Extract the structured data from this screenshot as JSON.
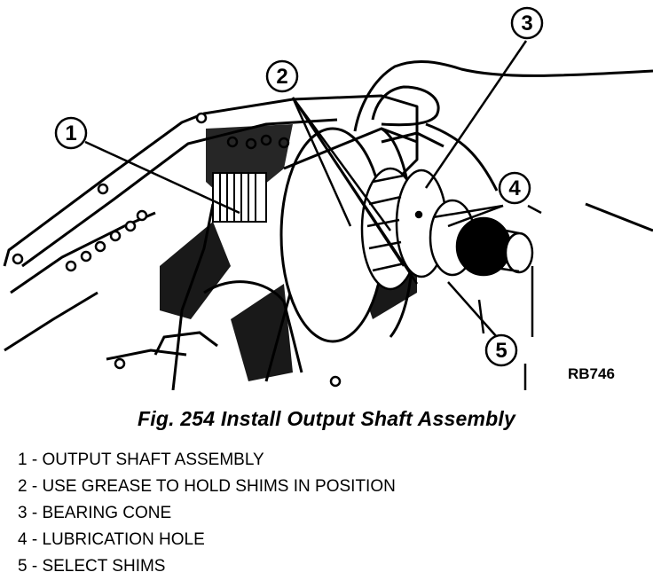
{
  "figure": {
    "image_code": "RB746",
    "callouts": [
      {
        "number": "1"
      },
      {
        "number": "2"
      },
      {
        "number": "3"
      },
      {
        "number": "4"
      },
      {
        "number": "5"
      }
    ]
  },
  "caption": "Fig. 254 Install Output Shaft Assembly",
  "legend": [
    {
      "text": "1 - OUTPUT SHAFT ASSEMBLY"
    },
    {
      "text": "2 - USE GREASE TO HOLD SHIMS IN POSITION"
    },
    {
      "text": "3 - BEARING CONE"
    },
    {
      "text": "4 - LUBRICATION HOLE"
    },
    {
      "text": "5 - SELECT SHIMS"
    }
  ]
}
